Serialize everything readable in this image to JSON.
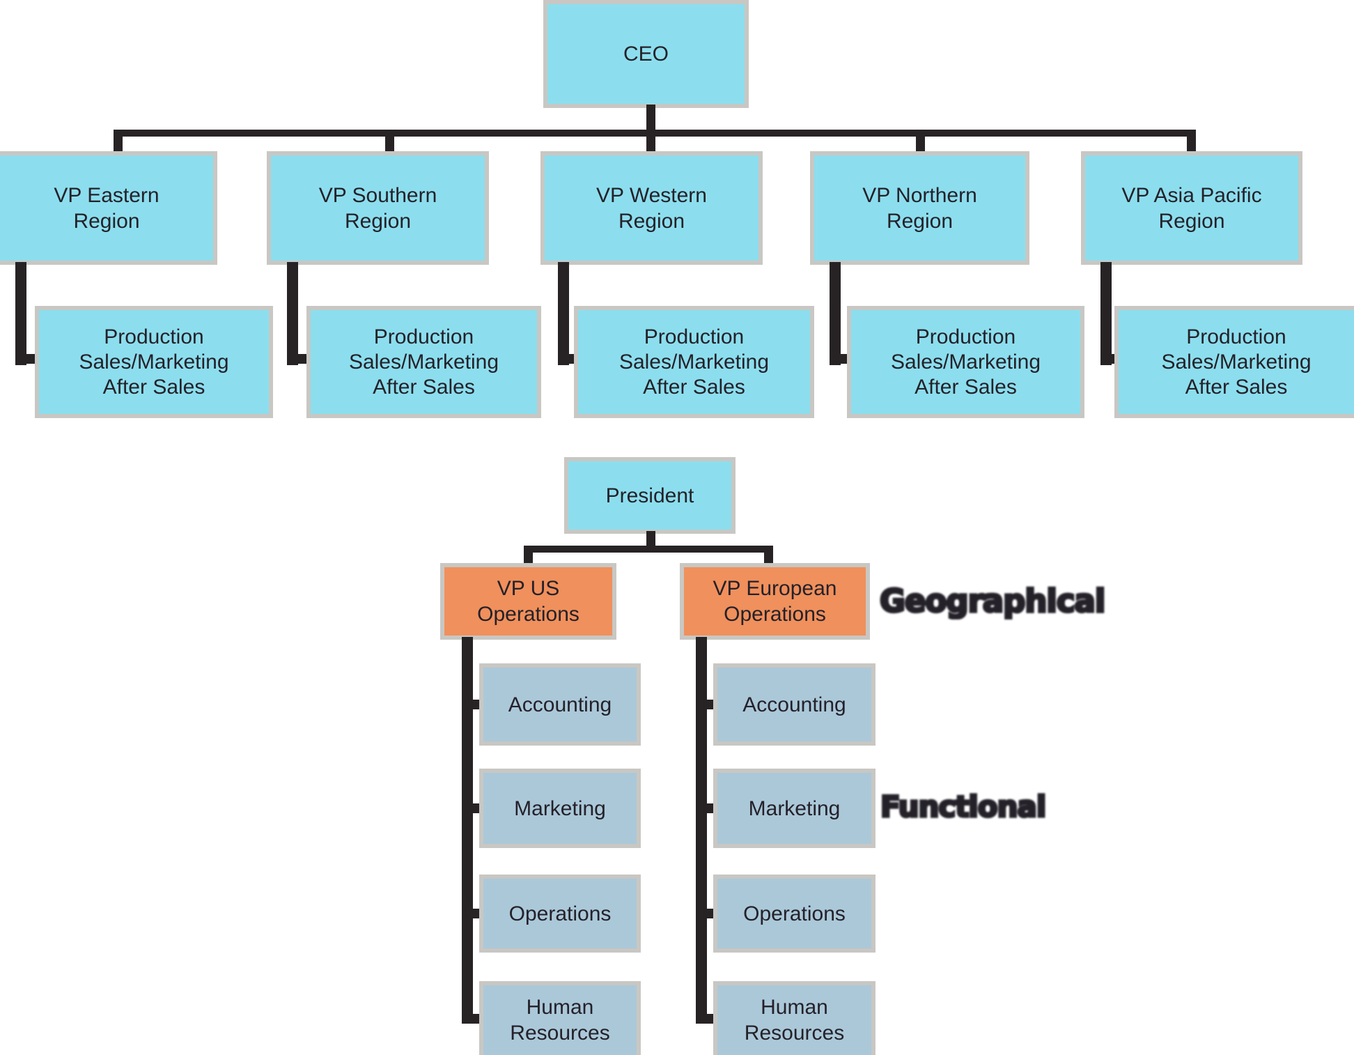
{
  "colors": {
    "region_fill": "#8CDEEE",
    "division_fill": "#F0905C",
    "department_fill": "#ABC8D9",
    "box_border": "#C8C7C3",
    "connector": "#272325",
    "text": "#242129"
  },
  "geographic": {
    "root": "CEO",
    "vps": [
      {
        "title": "VP Eastern Region",
        "title_lines": [
          "VP Eastern",
          "Region"
        ],
        "sub_lines": [
          "Production",
          "Sales/Marketing",
          "After Sales"
        ]
      },
      {
        "title": "VP Southern Region",
        "title_lines": [
          "VP Southern",
          "Region"
        ],
        "sub_lines": [
          "Production",
          "Sales/Marketing",
          "After Sales"
        ]
      },
      {
        "title": "VP Western Region",
        "title_lines": [
          "VP Western",
          "Region"
        ],
        "sub_lines": [
          "Production",
          "Sales/Marketing",
          "After Sales"
        ]
      },
      {
        "title": "VP Northern Region",
        "title_lines": [
          "VP Northern",
          "Region"
        ],
        "sub_lines": [
          "Production",
          "Sales/Marketing",
          "After Sales"
        ]
      },
      {
        "title": "VP Asia Pacific Region",
        "title_lines": [
          "VP Asia Pacific",
          "Region"
        ],
        "sub_lines": [
          "Production",
          "Sales/Marketing",
          "After Sales"
        ]
      }
    ]
  },
  "functional": {
    "root": "President",
    "divisions": [
      {
        "title": "VP US Operations",
        "title_lines": [
          "VP US",
          "Operations"
        ],
        "departments": [
          [
            "Accounting"
          ],
          [
            "Marketing"
          ],
          [
            "Operations"
          ],
          [
            "Human",
            "Resources"
          ]
        ]
      },
      {
        "title": "VP European Operations",
        "title_lines": [
          "VP European",
          "Operations"
        ],
        "departments": [
          [
            "Accounting"
          ],
          [
            "Marketing"
          ],
          [
            "Operations"
          ],
          [
            "Human",
            "Resources"
          ]
        ]
      }
    ],
    "annotations": {
      "geographical": "Geographical",
      "functional": "Functional"
    }
  }
}
